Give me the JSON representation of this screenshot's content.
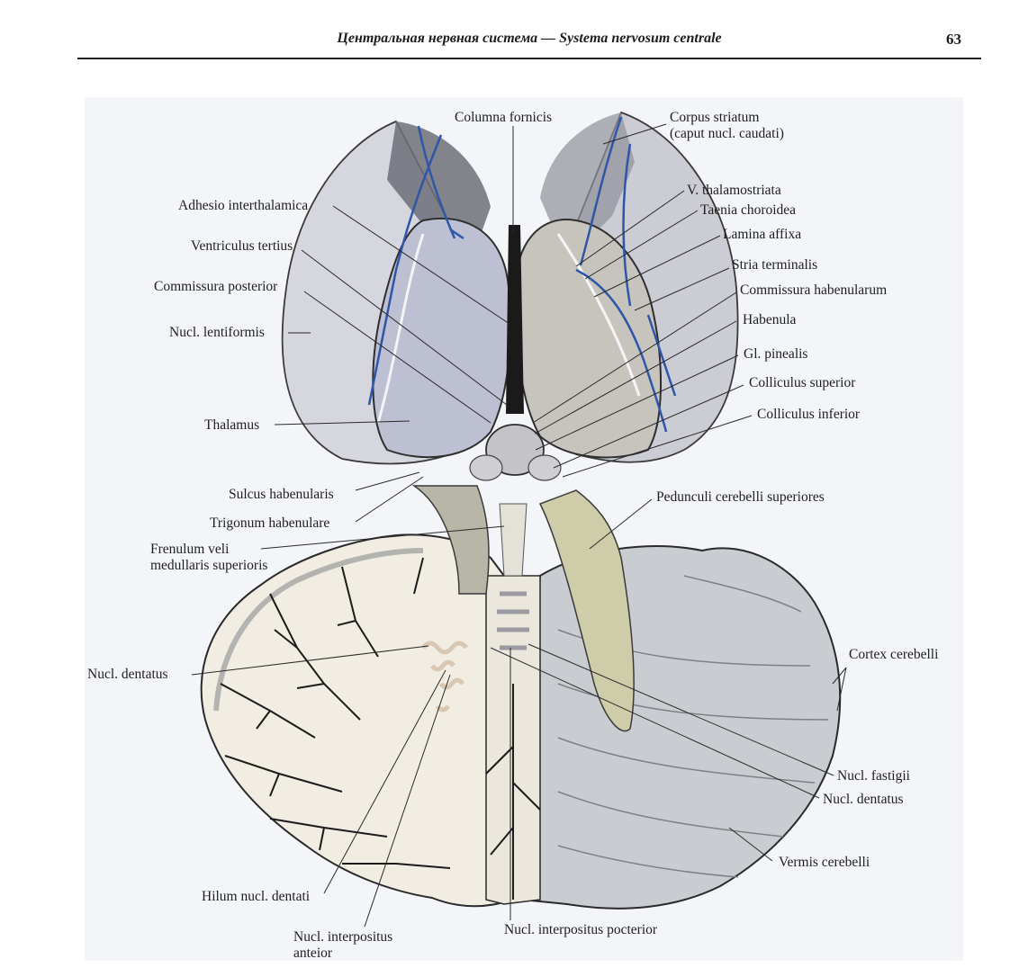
{
  "header": {
    "running_title": "Центральная нервная система — Systema nervosum centrale",
    "page_number": "63"
  },
  "figure": {
    "colors": {
      "background": "#f3f5f8",
      "vein_blue": "#2f56a8",
      "thalamus_lilac": "#bdbfd2",
      "cortex_gray": "#c9ccd0",
      "white_matter": "#f1ede2",
      "peduncle_tan": "#cfcca9"
    },
    "labels": {
      "columna_fornicis": "Columna fornicis",
      "corpus_striatum": "Corpus striatum\n(caput nucl. caudati)",
      "adhesio_interthalamica": "Adhesio interthalamica",
      "v_thalamostriata": "V. thalamostriata",
      "taenia_choroidea": "Taenia choroidea",
      "ventriculus_tertius": "Ventriculus tertius",
      "lamina_affixa": "Lamina affixa",
      "stria_terminalis": "Stria terminalis",
      "commissura_posterior": "Commissura posterior",
      "commissura_habenularum": "Commissura habenularum",
      "nucl_lentiformis": "Nucl. lentiformis",
      "habenula": "Habenula",
      "gl_pinealis": "Gl. pinealis",
      "colliculus_superior": "Colliculus superior",
      "thalamus": "Thalamus",
      "colliculus_inferior": "Colliculus inferior",
      "sulcus_habenularis": "Sulcus habenularis",
      "pedunculi_cerebelli_superiores": "Pedunculi cerebelli superiores",
      "trigonum_habenulare": "Trigonum habenulare",
      "frenulum_veli": "Frenulum veli\nmedullaris superioris",
      "cortex_cerebelli": "Cortex cerebelli",
      "nucl_dentatus_left": "Nucl. dentatus",
      "nucl_fastigii": "Nucl. fastigii",
      "nucl_dentatus_right": "Nucl. dentatus",
      "vermis_cerebelli": "Vermis cerebelli",
      "hilum_nucl_dentati": "Hilum nucl. dentati",
      "nucl_interpositus_posterior": "Nucl. interpositus pocterior",
      "nucl_interpositus_anterior": "Nucl. interpositus\nanteior"
    }
  }
}
